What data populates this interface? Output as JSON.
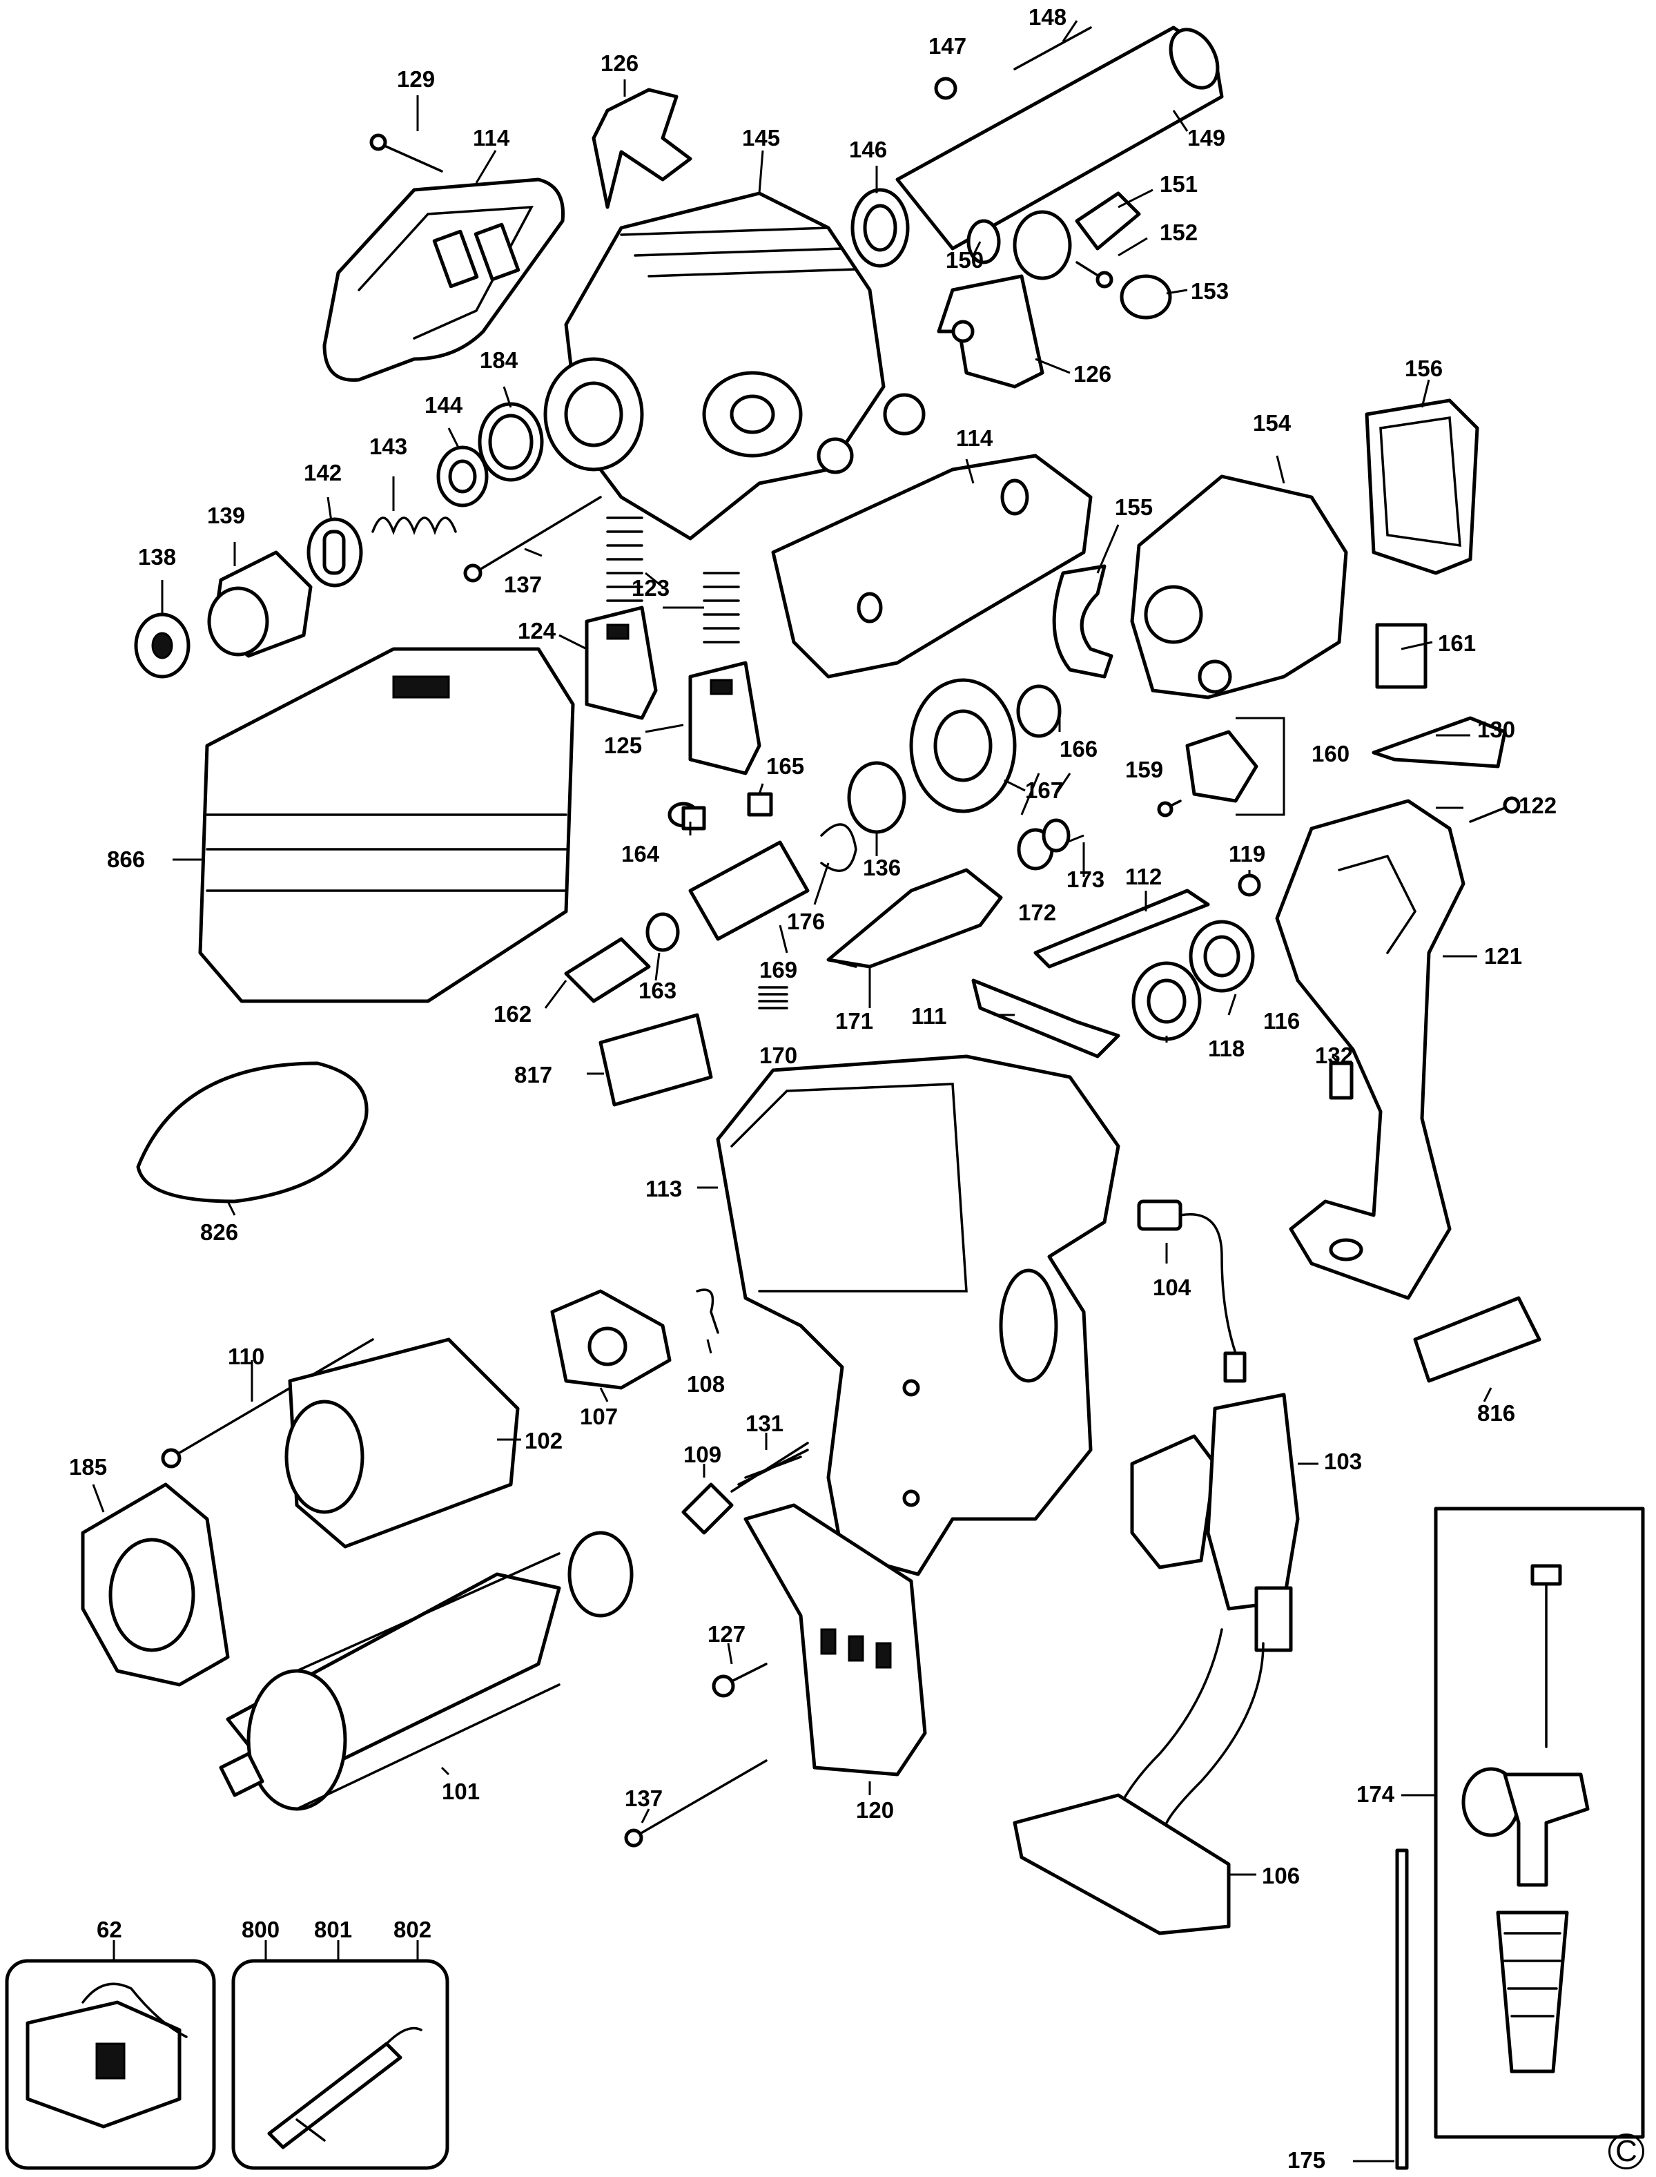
{
  "diagram": {
    "labels": {
      "p62": "62",
      "p101": "101",
      "p102": "102",
      "p103": "103",
      "p104": "104",
      "p106": "106",
      "p107": "107",
      "p108": "108",
      "p109": "109",
      "p110": "110",
      "p111": "111",
      "p112": "112",
      "p113": "113",
      "p114a": "114",
      "p114b": "114",
      "p116": "116",
      "p118": "118",
      "p119": "119",
      "p120": "120",
      "p121": "121",
      "p122": "122",
      "p123": "123",
      "p124": "124",
      "p125": "125",
      "p126a": "126",
      "p126b": "126",
      "p127": "127",
      "p129": "129",
      "p130": "130",
      "p131": "131",
      "p132": "132",
      "p136": "136",
      "p137a": "137",
      "p137b": "137",
      "p138": "138",
      "p139": "139",
      "p142": "142",
      "p143": "143",
      "p144": "144",
      "p145": "145",
      "p146": "146",
      "p147": "147",
      "p148": "148",
      "p149": "149",
      "p150": "150",
      "p151": "151",
      "p152": "152",
      "p153": "153",
      "p154": "154",
      "p155": "155",
      "p156": "156",
      "p159": "159",
      "p160": "160",
      "p161": "161",
      "p162": "162",
      "p163": "163",
      "p164": "164",
      "p165": "165",
      "p166": "166",
      "p167": "167",
      "p169": "169",
      "p170": "170",
      "p171": "171",
      "p172": "172",
      "p173": "173",
      "p174": "174",
      "p175": "175",
      "p176": "176",
      "p184": "184",
      "p185": "185",
      "p800": "800",
      "p801": "801",
      "p802": "802",
      "p816": "816",
      "p817": "817",
      "p826": "826",
      "p866": "866"
    },
    "copyright_mark": "C"
  }
}
